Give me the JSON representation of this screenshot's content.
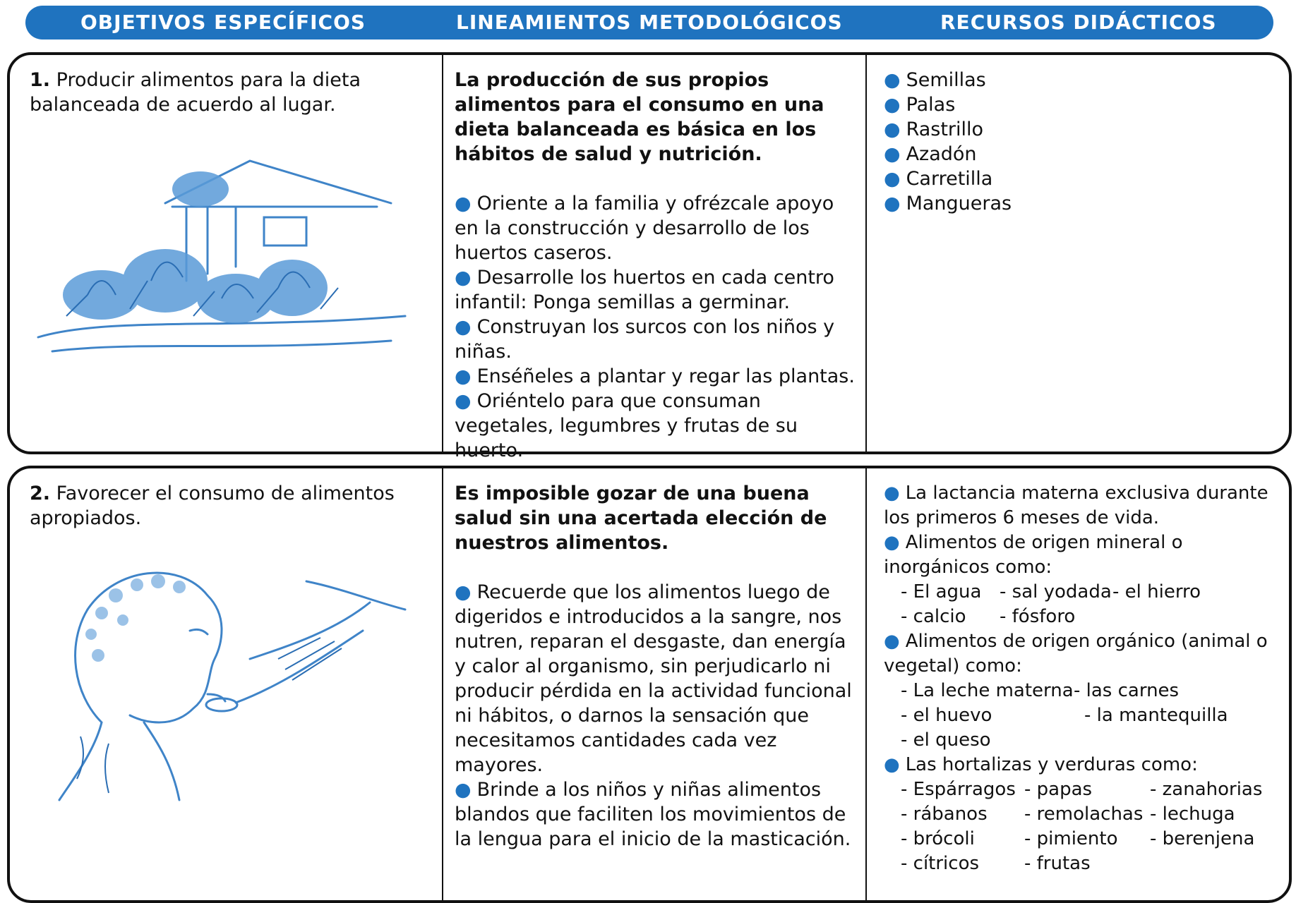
{
  "header": {
    "col1": "OBJETIVOS ESPECÍFICOS",
    "col2": "LINEAMIENTOS METODOLÓGICOS",
    "col3": "RECURSOS DIDÁCTICOS"
  },
  "accent_color": "#1f73bf",
  "rows": [
    {
      "number": "1.",
      "objective": "Producir alimentos  para la dieta balanceada de acuerdo al lugar.",
      "illustration": "garden-illustration",
      "lead": "La producción de sus propios alimentos para el consumo en una dieta balanceada es básica en los hábitos de salud y nutrición.",
      "bullets": [
        "Oriente a la familia y ofrézcale apoyo en la construcción y desarrollo de los huertos caseros.",
        "Desarrolle los huertos en cada centro infantil:  Ponga semillas a germinar.",
        "Construyan los surcos con los niños y niñas.",
        "Enséñeles a plantar y regar las plantas.",
        "Oriéntelo para que  consuman vegetales, legumbres y frutas de su huerto."
      ],
      "resources": [
        "Semillas",
        "Palas",
        "Rastrillo",
        "Azadón",
        "Carretilla",
        "Mangueras"
      ]
    },
    {
      "number": "2.",
      "objective": "Favorecer el consumo de alimentos apropiados.",
      "illustration": "child-eating-illustration",
      "lead": "Es imposible gozar de una buena salud sin una acertada elección de nuestros alimentos.",
      "bullets": [
        "Recuerde que los alimentos luego de digeridos e introducidos a la sangre, nos nutren, reparan el desgaste, dan energía y calor al organismo, sin perjudicarlo ni producir pérdida en la actividad funcional ni hábitos, o darnos la sensación que necesitamos cantidades cada vez mayores.",
        "Brinde a los niños y niñas alimentos blandos que faciliten los movimientos de la lengua para el inicio de la masticación."
      ],
      "resources": {
        "r1": "La lactancia materna exclusiva durante los primeros 6 meses de vida.",
        "r2": "Alimentos de origen mineral o inorgánicos como:",
        "r2_items": [
          [
            "- El agua",
            "- sal yodada",
            "- el hierro"
          ],
          [
            "- calcio",
            "- fósforo",
            ""
          ]
        ],
        "r3": "Alimentos de origen orgánico (animal o vegetal) como:",
        "r3_items": [
          [
            "- La leche materna",
            "- las carnes",
            ""
          ],
          [
            "- el huevo",
            "- la mantequilla",
            ""
          ],
          [
            "- el queso",
            "",
            ""
          ]
        ],
        "r4": "Las hortalizas y verduras como:",
        "r4_items": [
          [
            "- Espárragos",
            "- papas",
            "- zanahorias"
          ],
          [
            "- rábanos",
            "- remolachas",
            "- lechuga"
          ],
          [
            "- brócoli",
            "- pimiento",
            "- berenjena"
          ],
          [
            "- cítricos",
            "- frutas",
            ""
          ]
        ]
      }
    }
  ]
}
